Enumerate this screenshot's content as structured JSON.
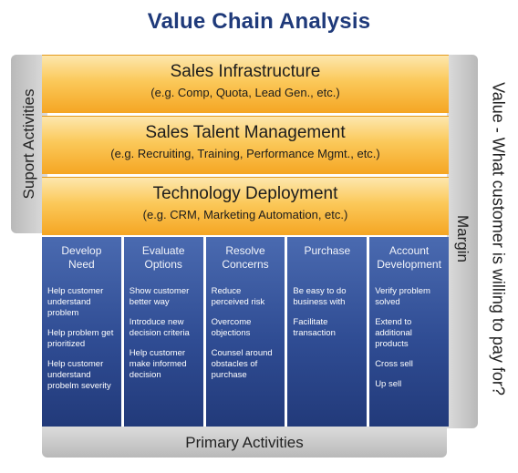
{
  "title": "Value Chain Analysis",
  "support_label": "Suport Activities",
  "margin_label": "Margin",
  "value_label": "Value - What customer is willing to pay for?",
  "primary_label": "Primary Activities",
  "support_bars": [
    {
      "title": "Sales Infrastructure",
      "subtitle": "(e.g. Comp, Quota, Lead Gen., etc.)"
    },
    {
      "title": "Sales Talent Management",
      "subtitle": "(e.g. Recruiting, Training, Performance Mgmt., etc.)"
    },
    {
      "title": "Technology Deployment",
      "subtitle": "(e.g. CRM, Marketing Automation, etc.)"
    }
  ],
  "columns": [
    {
      "head": [
        "Develop",
        "Need"
      ],
      "items": [
        "Help customer understand problem",
        "Help problem get prioritized",
        "Help customer understand probelm severity"
      ]
    },
    {
      "head": [
        "Evaluate",
        "Options"
      ],
      "items": [
        "Show customer better way",
        "Introduce new decision criteria",
        "Help customer make informed decision"
      ]
    },
    {
      "head": [
        "Resolve",
        "Concerns"
      ],
      "items": [
        "Reduce perceived risk",
        "Overcome objections",
        "Counsel around obstacles of purchase"
      ]
    },
    {
      "head": [
        "Purchase",
        ""
      ],
      "items": [
        "Be easy to do business with",
        "Facilitate transaction"
      ]
    },
    {
      "head": [
        "Account",
        "Development"
      ],
      "items": [
        "Verify problem solved",
        "Extend to additional products",
        "Cross sell",
        "Up sell"
      ]
    }
  ]
}
